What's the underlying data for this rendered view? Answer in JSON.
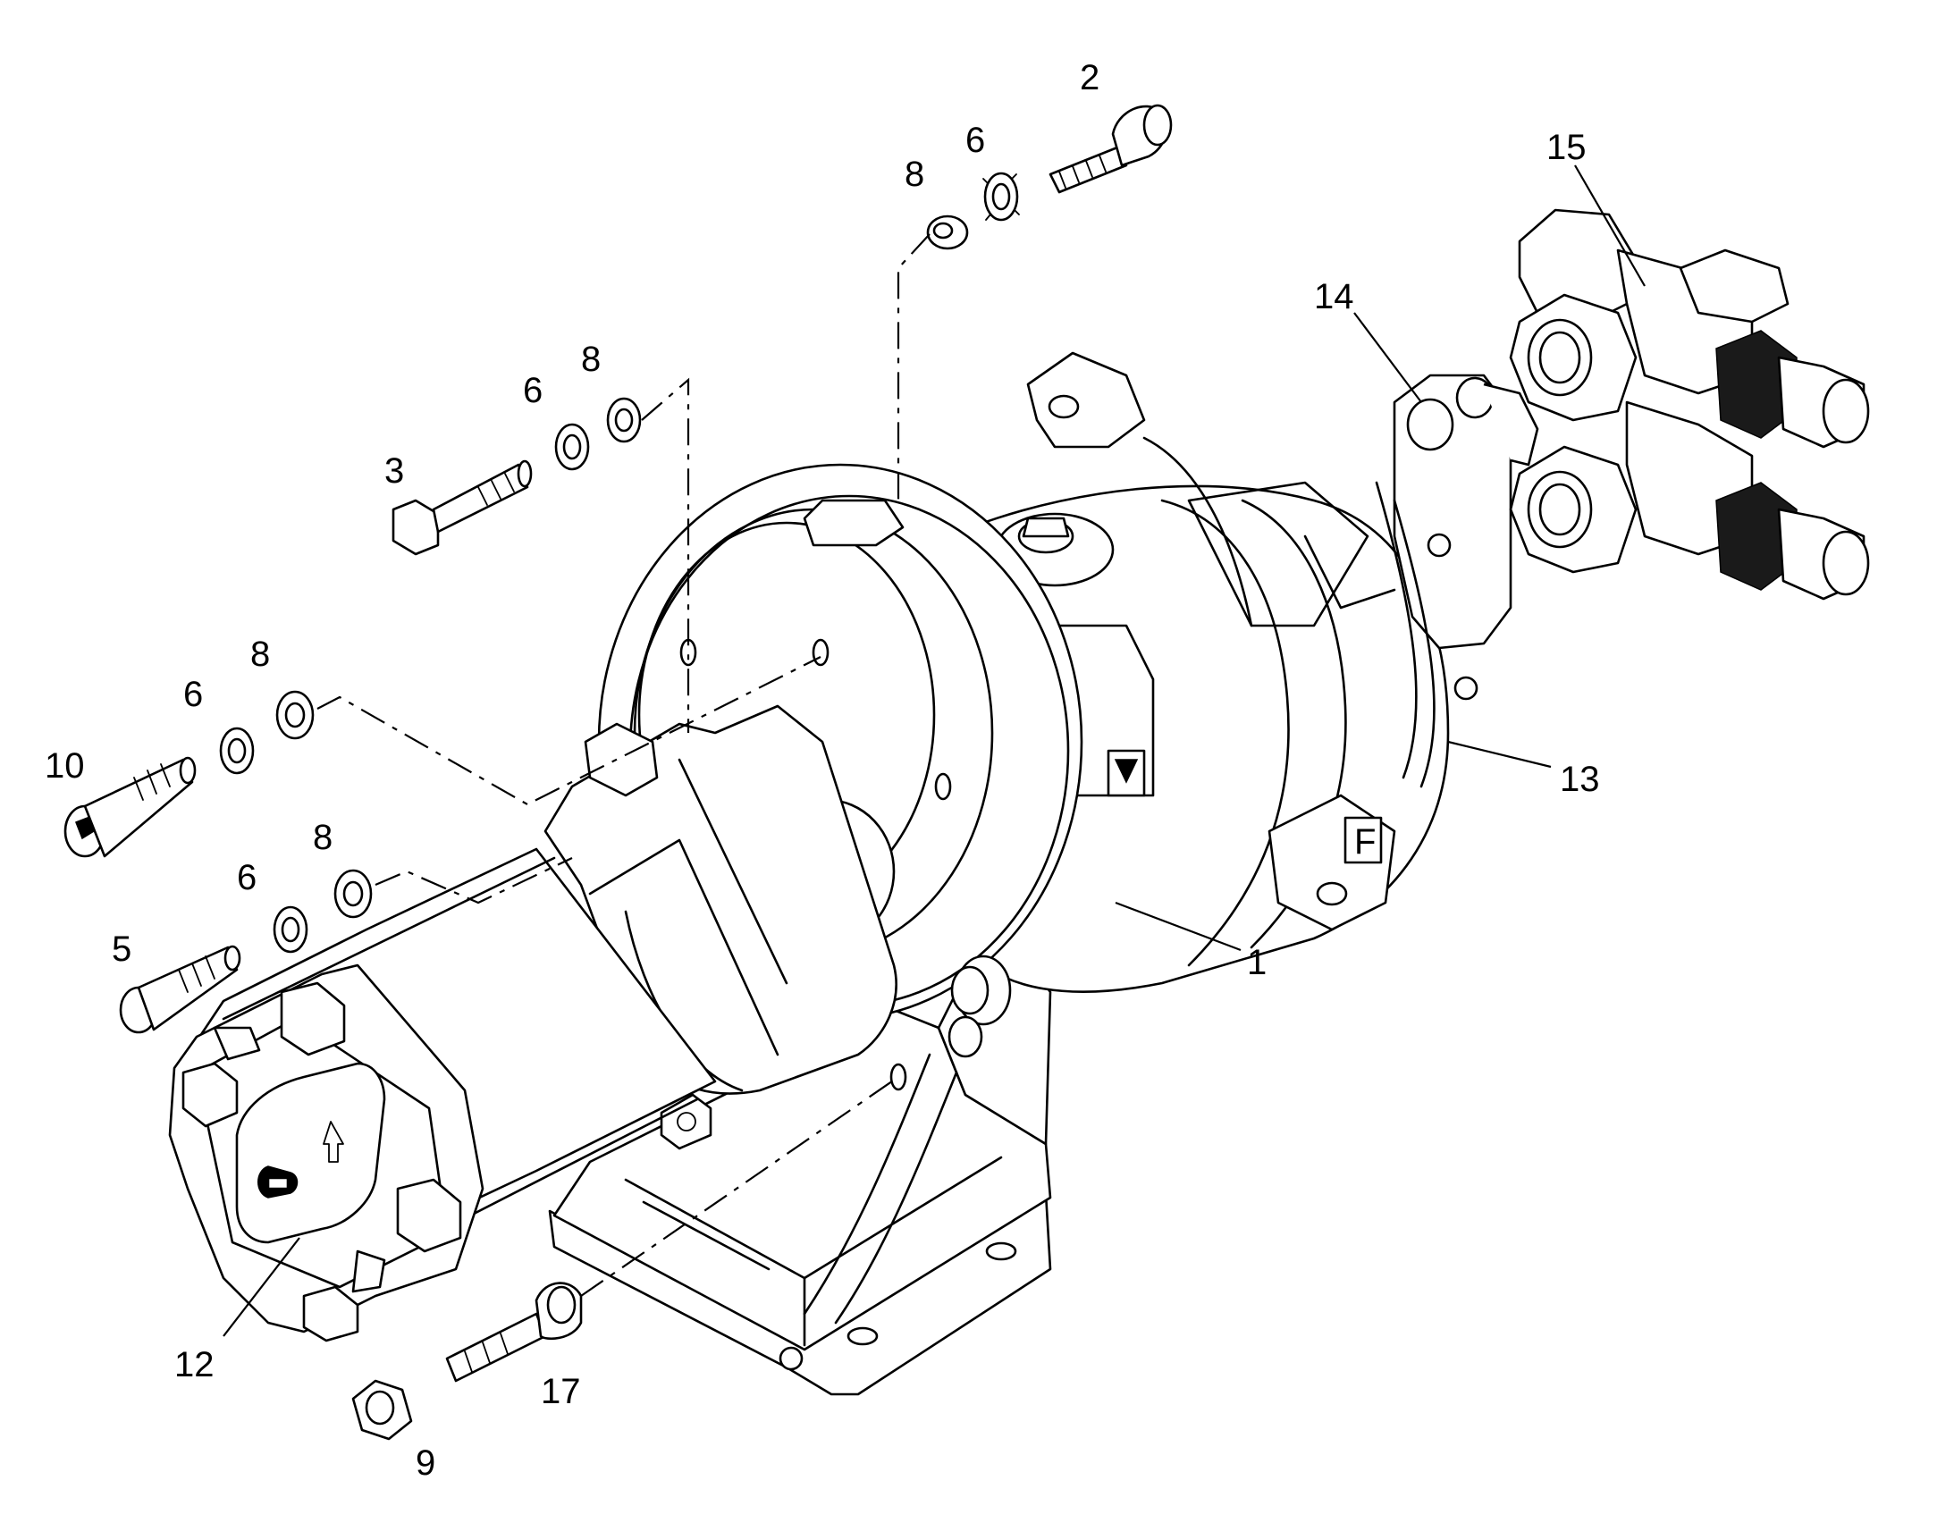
{
  "callouts": {
    "c1": "1",
    "c2": "2",
    "c3": "3",
    "c5": "5",
    "c6a": "6",
    "c6b": "6",
    "c6c": "6",
    "c6d": "6",
    "c8a": "8",
    "c8b": "8",
    "c8c": "8",
    "c8d": "8",
    "c9": "9",
    "c10": "10",
    "c12": "12",
    "c13": "13",
    "c14": "14",
    "c15": "15",
    "c17": "17"
  }
}
